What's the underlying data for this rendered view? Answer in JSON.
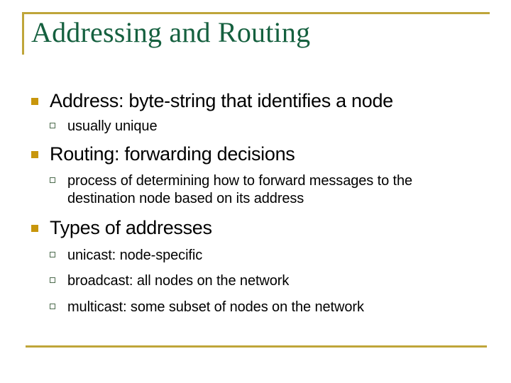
{
  "slide": {
    "title": "Addressing and Routing",
    "theme": {
      "title_color": "#15603F",
      "rule_color": "#BFA53A",
      "level1_bullet_color": "#C8960C",
      "level2_bullet_color": "#4C6B4D",
      "body_text_color": "#000000",
      "background_color": "#FFFFFF"
    },
    "bullets": [
      {
        "level": 1,
        "text": "Address: byte-string that identifies a node",
        "children": [
          {
            "level": 2,
            "text": "usually unique"
          }
        ]
      },
      {
        "level": 1,
        "text": "Routing: forwarding decisions",
        "children": [
          {
            "level": 2,
            "text": "process of determining how to forward messages to the destination node based on its address"
          }
        ]
      },
      {
        "level": 1,
        "text": "Types of addresses",
        "children": [
          {
            "level": 2,
            "text": "unicast: node-specific"
          },
          {
            "level": 2,
            "text": "broadcast: all nodes on the network"
          },
          {
            "level": 2,
            "text": "multicast: some subset of nodes on the network"
          }
        ]
      }
    ]
  }
}
